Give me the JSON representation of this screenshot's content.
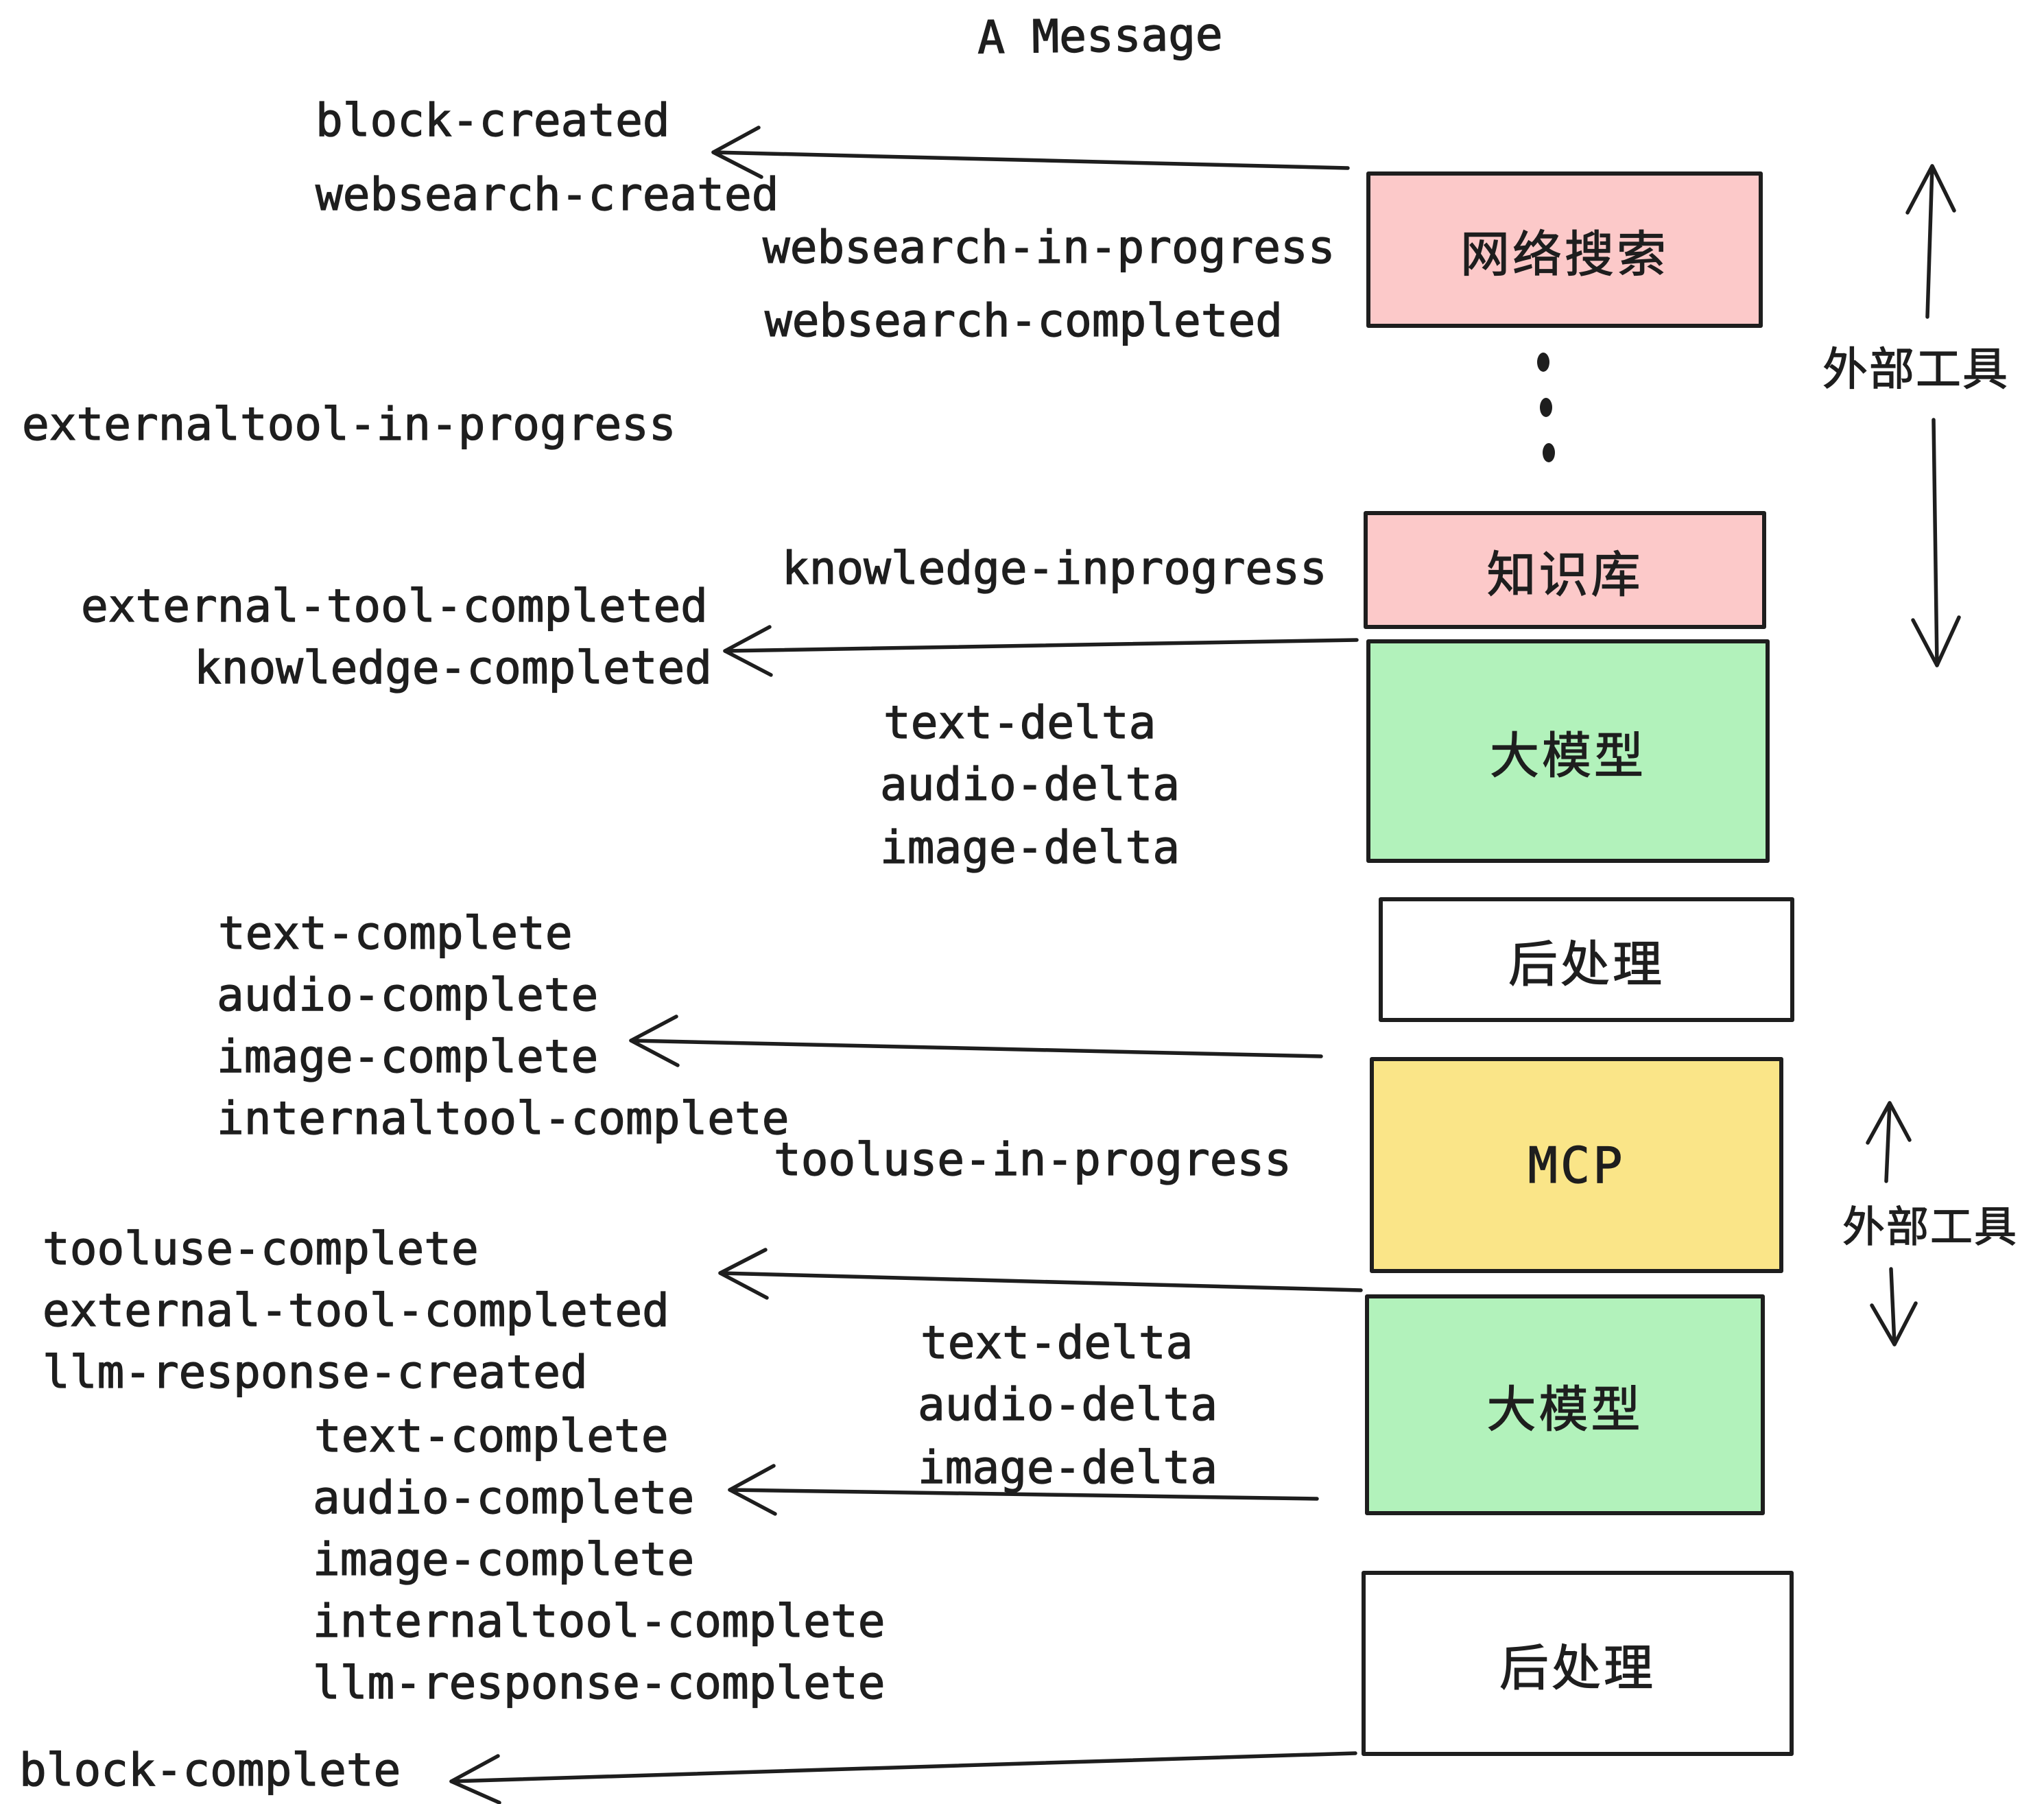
{
  "title": "A Message",
  "events": {
    "block_created": "block-created",
    "websearch_created": "websearch-created",
    "websearch_in_progress": "websearch-in-progress",
    "websearch_completed": "websearch-completed",
    "externaltool_in_progress": "externaltool-in-progress",
    "knowledge_inprogress": "knowledge-inprogress",
    "external_tool_completed": "external-tool-completed",
    "knowledge_completed": "knowledge-completed",
    "round1": {
      "text_delta": "text-delta",
      "audio_delta": "audio-delta",
      "image_delta": "image-delta",
      "text_complete": "text-complete",
      "audio_complete": "audio-complete",
      "image_complete": "image-complete",
      "internaltool_complete": "internaltool-complete"
    },
    "tooluse_in_progress": "tooluse-in-progress",
    "tooluse_complete": "tooluse-complete",
    "external_tool_completed_2": "external-tool-completed",
    "llm_response_created": "llm-response-created",
    "round2": {
      "text_delta": "text-delta",
      "audio_delta": "audio-delta",
      "image_delta": "image-delta",
      "text_complete": "text-complete",
      "audio_complete": "audio-complete",
      "image_complete": "image-complete",
      "internaltool_complete": "internaltool-complete",
      "llm_response_complete": "llm-response-complete"
    },
    "block_complete": "block-complete"
  },
  "nodes": {
    "websearch": {
      "label": "网络搜索",
      "color": "#FCC9C9"
    },
    "knowledge": {
      "label": "知识库",
      "color": "#FCC9C9"
    },
    "llm1": {
      "label": "大模型",
      "color": "#B2F2BB"
    },
    "post1": {
      "label": "后处理",
      "color": "#FFFFFF"
    },
    "mcp": {
      "label": "MCP",
      "color": "#FAE588"
    },
    "llm2": {
      "label": "大模型",
      "color": "#B2F2BB"
    },
    "post2": {
      "label": "后处理",
      "color": "#FFFFFF"
    }
  },
  "annotations": {
    "external_tools_upper": "外部工具",
    "external_tools_lower": "外部工具"
  },
  "colors": {
    "pink": "#FCC9C9",
    "green": "#B2F2BB",
    "yellow": "#FAE588",
    "white": "#FFFFFF",
    "ink": "#1E1E1E",
    "background": "#FFFFFF"
  }
}
